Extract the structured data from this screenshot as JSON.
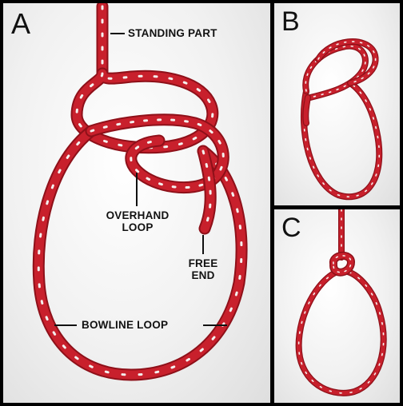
{
  "panels": {
    "a": {
      "letter": "A"
    },
    "b": {
      "letter": "B"
    },
    "c": {
      "letter": "C"
    }
  },
  "labels": {
    "standing_part": "STANDING PART",
    "overhand_loop_line1": "OVERHAND",
    "overhand_loop_line2": "LOOP",
    "free_end_line1": "FREE",
    "free_end_line2": "END",
    "bowline_loop": "BOWLINE LOOP"
  },
  "colors": {
    "rope": "#c8202c",
    "rope_dark": "#8e1019",
    "fleck": "#f4f0ee",
    "background": "#f2f2f2",
    "border": "#000000"
  }
}
